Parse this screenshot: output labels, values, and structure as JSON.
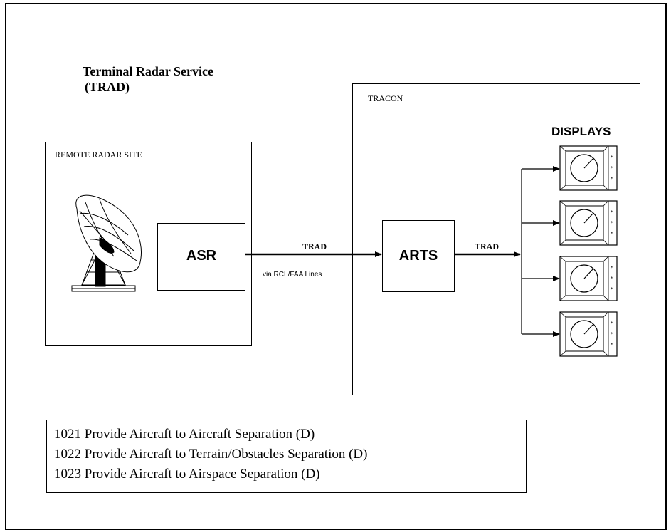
{
  "title": {
    "line1": "Terminal Radar Service",
    "line2": "(TRAD)"
  },
  "remote_site": {
    "label": "REMOTE RADAR SITE",
    "asr_label": "ASR",
    "antenna_icon": "radar-antenna-icon"
  },
  "link": {
    "label": "TRAD",
    "via": "via RCL/FAA Lines"
  },
  "tracon": {
    "label": "TRACON",
    "arts_label": "ARTS",
    "out_label": "TRAD",
    "displays_label": "DISPLAYS",
    "display_count": 4,
    "display_icon": "radar-display-icon"
  },
  "functions": [
    "1021 Provide Aircraft to Aircraft Separation (D)",
    "1022 Provide Aircraft to Terrain/Obstacles Separation (D)",
    "1023 Provide Aircraft to Airspace Separation (D)"
  ]
}
